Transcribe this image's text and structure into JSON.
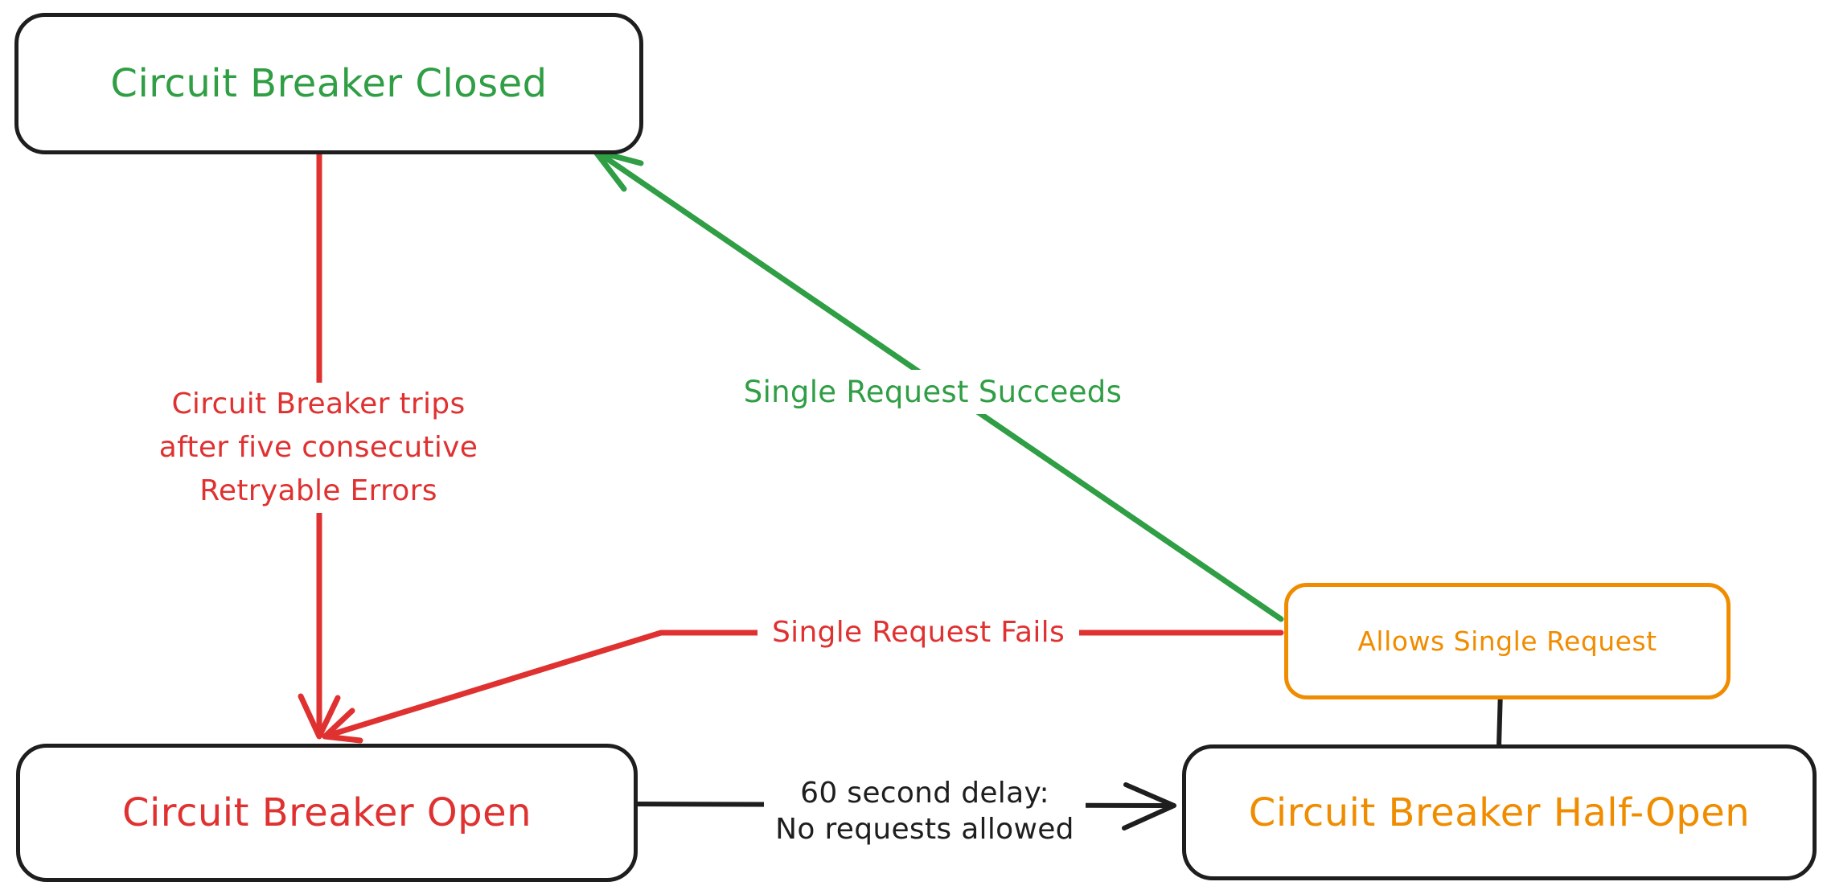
{
  "diagram": {
    "type": "state-diagram",
    "subject": "circuit-breaker-states",
    "colors": {
      "green": "#2f9e44",
      "red": "#e03131",
      "orange": "#f08c00",
      "black": "#1e1e1e",
      "background": "#ffffff"
    },
    "nodes": {
      "closed": {
        "label": "Circuit Breaker Closed"
      },
      "open": {
        "label": "Circuit Breaker Open"
      },
      "half_open": {
        "label": "Circuit Breaker Half-Open"
      },
      "allows_single_request": {
        "label": "Allows Single Request"
      }
    },
    "edges": {
      "trip": {
        "from": "closed",
        "to": "open",
        "label_lines": [
          "Circuit Breaker trips",
          "after five consecutive",
          "Retryable Errors"
        ]
      },
      "succeeds": {
        "from": "allows_single_request",
        "to": "closed",
        "label": "Single Request Succeeds"
      },
      "fails": {
        "from": "allows_single_request",
        "to": "open",
        "label": "Single Request Fails"
      },
      "delay": {
        "from": "open",
        "to": "half_open",
        "label_lines": [
          "60 second delay:",
          "No requests allowed"
        ]
      },
      "half_open_link": {
        "from": "allows_single_request",
        "to": "half_open",
        "label": ""
      }
    }
  }
}
